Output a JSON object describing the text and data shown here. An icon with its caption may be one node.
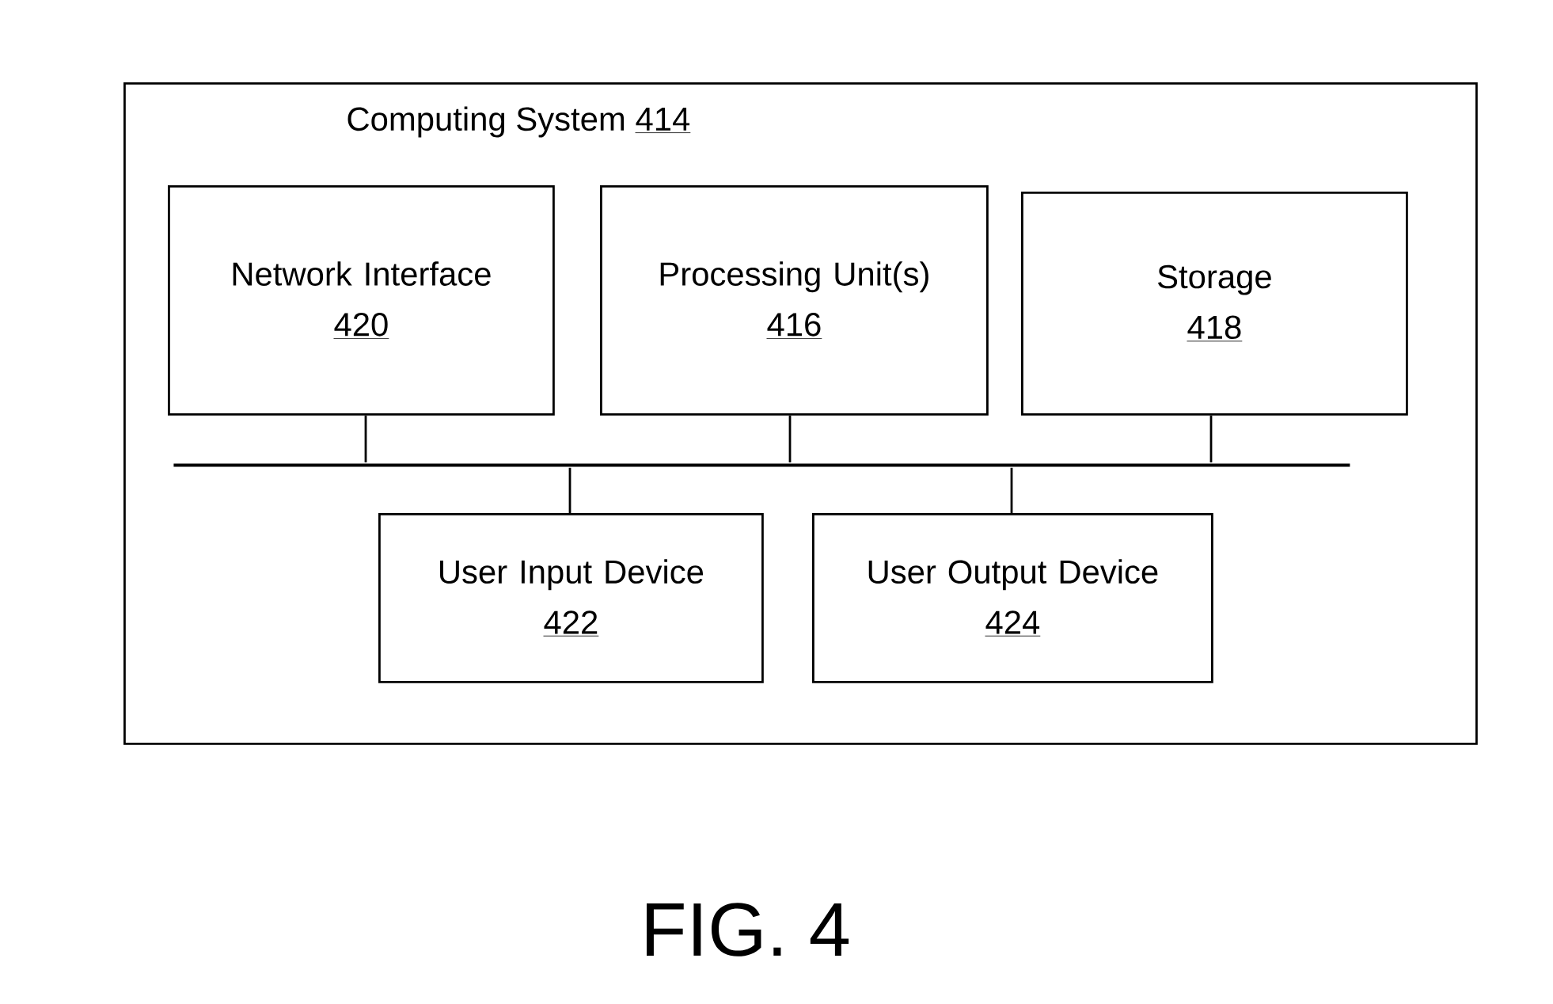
{
  "diagram": {
    "caption": "FIG. 4",
    "nodes": [
      {
        "text": [
          "Computing System",
          "414"
        ]
      },
      {
        "text": [
          "Network Interface",
          "420"
        ],
        "in": 0
      },
      {
        "text": [
          "Processing Unit(s)",
          "416"
        ],
        "in": 0
      },
      {
        "text": [
          "Storage",
          "418"
        ],
        "in": 0
      },
      {
        "text": [],
        "shape": "bar",
        "in": 0
      },
      {
        "text": [
          "User Input Device",
          "422"
        ],
        "in": 0
      },
      {
        "text": [
          "User Output Device",
          "424"
        ],
        "in": 0
      }
    ],
    "edges": [
      {
        "from": 1,
        "to": 4,
        "arrow": "none"
      },
      {
        "from": 2,
        "to": 4,
        "arrow": "none"
      },
      {
        "from": 3,
        "to": 4,
        "arrow": "none"
      },
      {
        "from": 5,
        "to": 4,
        "arrow": "none"
      },
      {
        "from": 6,
        "to": 4,
        "arrow": "none"
      }
    ]
  }
}
